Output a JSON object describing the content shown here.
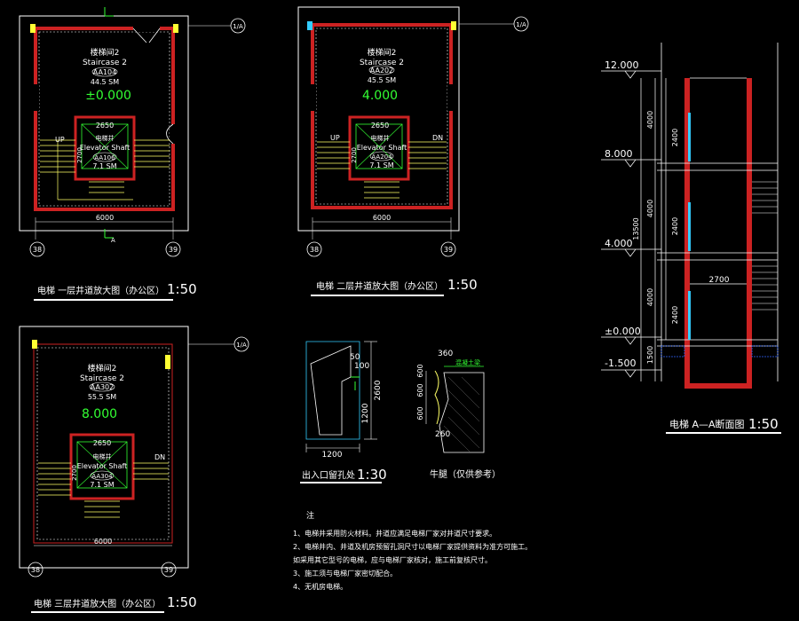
{
  "plan1": {
    "axis_top": "1/A",
    "axis_left": "38",
    "axis_right": "39",
    "room_name_cn": "楼梯间2",
    "room_name_en": "Staircase 2",
    "room_code": "AA104",
    "room_area": "44.5 SM",
    "elevation": "±0.000",
    "shaft_width": "2650",
    "shaft_depth": "2700",
    "shaft_name_cn": "电梯井",
    "shaft_name_en": "Elevator Shaft",
    "shaft_code": "AA106",
    "shaft_area": "7.1 SM",
    "stair_up": "UP",
    "overall_width": "6000",
    "section_mark": "A",
    "title": "电梯 一层井道放大图（办公区）",
    "scale": "1:50"
  },
  "plan2": {
    "axis_top": "1/A",
    "axis_left": "38",
    "axis_right": "39",
    "room_name_cn": "楼梯间2",
    "room_name_en": "Staircase 2",
    "room_code": "AA202",
    "room_area": "45.5 SM",
    "elevation": "4.000",
    "shaft_width": "2650",
    "shaft_depth": "2700",
    "shaft_name_cn": "电梯井",
    "shaft_name_en": "Elevator Shaft",
    "shaft_code": "AA204",
    "shaft_area": "7.1 SM",
    "stair_up": "UP",
    "stair_dn": "DN",
    "overall_width": "6000",
    "title": "电梯 二层井道放大图（办公区）",
    "scale": "1:50"
  },
  "plan3": {
    "axis_top": "1/A",
    "axis_left": "38",
    "axis_right": "39",
    "room_name_cn": "楼梯间2",
    "room_name_en": "Staircase 2",
    "room_code": "AA302",
    "room_area": "55.5 SM",
    "elevation": "8.000",
    "shaft_width": "2650",
    "shaft_depth": "2700",
    "shaft_name_cn": "电梯井",
    "shaft_name_en": "Elevator Shaft",
    "shaft_code": "AA304",
    "shaft_area": "7.1 SM",
    "stair_dn": "DN",
    "overall_width": "6000",
    "title": "电梯 三层井道放大图（办公区）",
    "scale": "1:50"
  },
  "section": {
    "levels": [
      "12.000",
      "8.000",
      "4.000",
      "±0.000",
      "-1.500"
    ],
    "dims_outer": [
      "4000",
      "4000",
      "4000",
      "1500"
    ],
    "dims_inner": [
      "2400",
      "2400",
      "2400"
    ],
    "total_height": "13500",
    "pit_width": "2700",
    "title": "电梯 A—A断面图",
    "scale": "1:50"
  },
  "detail_opening": {
    "dim_50": "50",
    "dim_100": "100",
    "dim_2600": "2600",
    "dim_1200_v": "1200",
    "dim_1200_h": "1200",
    "title": "出入口留孔处",
    "scale": "1:30"
  },
  "detail_sill": {
    "dim_360": "360",
    "dim_600a": "600",
    "dim_600b": "600",
    "dim_600c": "600",
    "dim_260": "260",
    "label": "混凝土梁",
    "title": "牛腿（仅供参考）"
  },
  "notes": {
    "heading": "注",
    "items": [
      "1、电梯井采用防火材料。井道应满足电梯厂家对井道尺寸要求。",
      "2、电梯井内、井道及机房预留孔洞尺寸以电梯厂家提供资料为准方可施工。",
      "   如采用其它型号的电梯，应与电梯厂家核对，施工前复核尺寸。",
      "3、施工须与电梯厂家密切配合。",
      "4、无机房电梯。"
    ]
  }
}
